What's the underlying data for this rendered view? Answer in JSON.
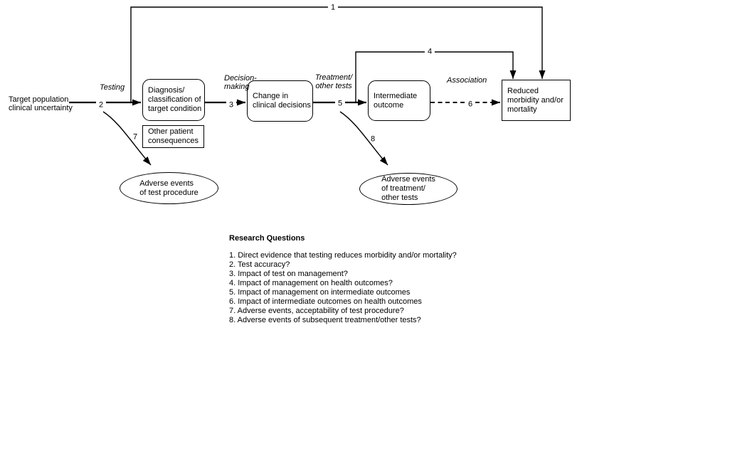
{
  "diagram": {
    "nodes": {
      "target_population": "Target population\nclinical uncertainty",
      "diagnosis": "Diagnosis/\nclassification of\ntarget condition",
      "other_consequences": "Other patient\nconsequences",
      "change_decisions": "Change in\nclinical decisions",
      "intermediate_outcome": "Intermediate\noutcome",
      "reduced_morbidity": "Reduced\nmorbidity and/or\nmortality",
      "adverse_test": "Adverse events\nof test procedure",
      "adverse_treatment": "Adverse events\nof treatment/\nother tests"
    },
    "edge_labels": {
      "testing": "Testing",
      "decision_making": "Decision-\nmaking",
      "treatment": "Treatment/\nother tests",
      "association": "Association"
    },
    "numbers": {
      "n1": "1",
      "n2": "2",
      "n3": "3",
      "n4": "4",
      "n5": "5",
      "n6": "6",
      "n7": "7",
      "n8": "8"
    }
  },
  "research_questions": {
    "heading": "Research Questions",
    "items": [
      "1. Direct evidence that testing reduces morbidity and/or mortality?",
      "2. Test accuracy?",
      "3. Impact of test on management?",
      "4. Impact of management on health outcomes?",
      "5. Impact of management on intermediate outcomes",
      "6. Impact of intermediate outcomes on health outcomes",
      "7. Adverse events, acceptability of test procedure?",
      "8. Adverse events of subsequent treatment/other tests?"
    ]
  },
  "colors": {
    "line": "#000000",
    "background": "#ffffff"
  }
}
